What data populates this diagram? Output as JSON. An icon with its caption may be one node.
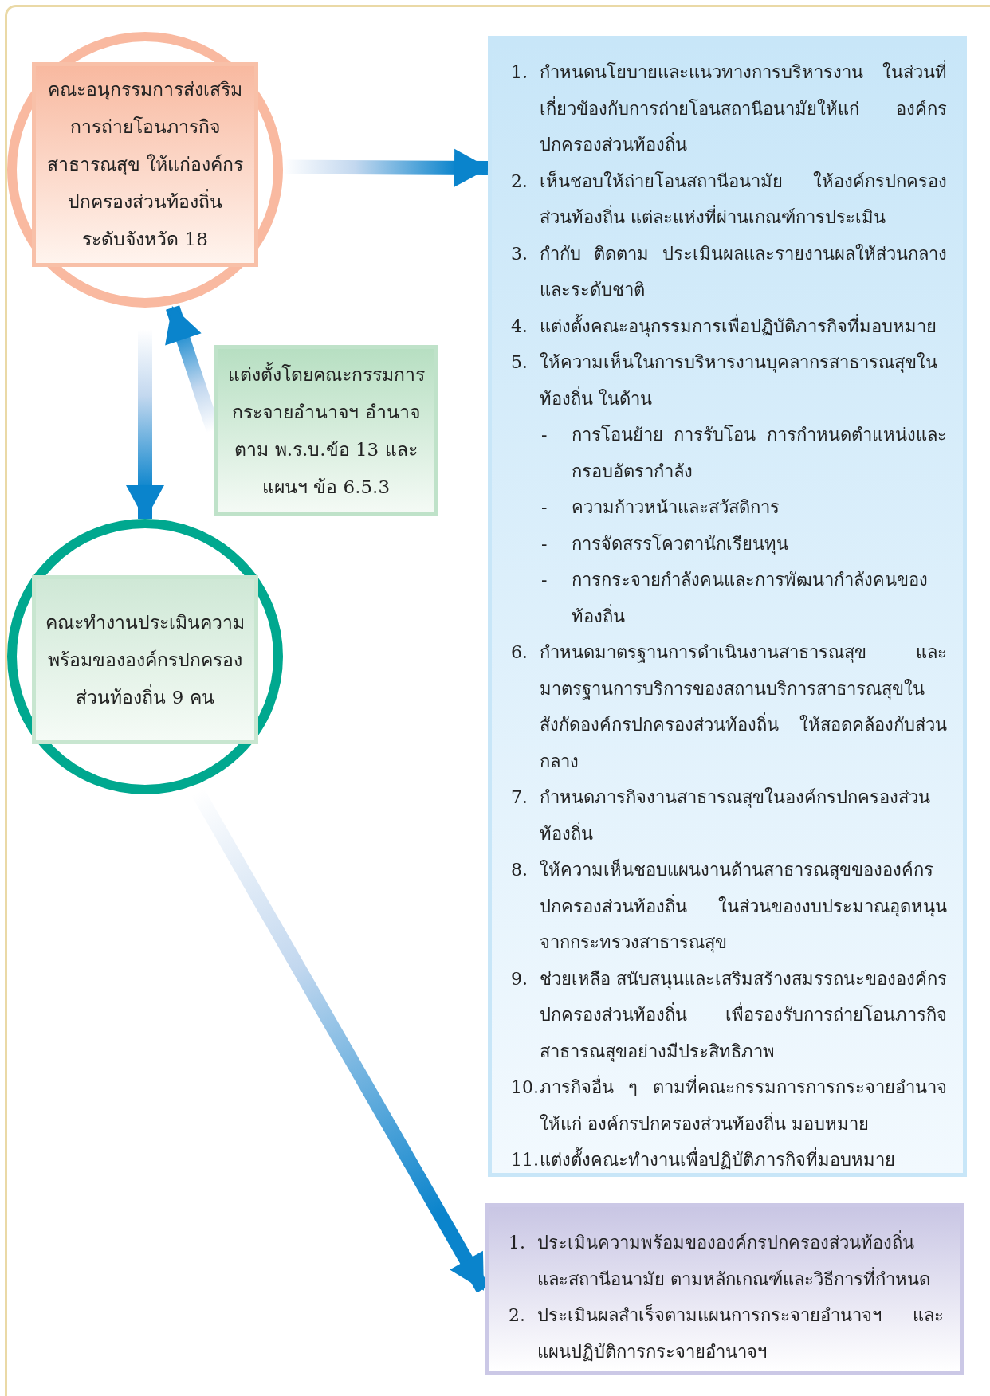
{
  "diagram": {
    "nodes": [
      {
        "text": [
          "คณะอนุกรรมการส่งเสริมการถ่ายโอนภารกิจสาธารณสุข ให้แก่องค์กรปกครองส่วนท้องถิ่น ระดับจังหวัด 18"
        ]
      },
      {
        "text": [
          "1.",
          "กำหนดนโยบายและแนวทางการบริหารงาน ในส่วนที่เกี่ยวข้องกับการถ่ายโอนสถานีอนามัยให้แก่ องค์กรปกครองส่วนท้องถิ่น",
          "2.",
          "เห็นชอบให้ถ่ายโอนสถานีอนามัย ให้องค์กรปกครองส่วนท้องถิ่น แต่ละแห่งที่ผ่านเกณฑ์การประเมิน",
          "3.",
          "กำกับ ติดตาม ประเมินผลและรายงานผลให้ส่วนกลางและระดับชาติ",
          "4.",
          "แต่งตั้งคณะอนุกรรมการเพื่อปฏิบัติภารกิจที่มอบหมาย",
          "5.",
          "ให้ความเห็นในการบริหารงานบุคลากรสาธารณสุขในท้องถิ่น ในด้าน",
          "-",
          "การโอนย้าย การรับโอน การกำหนดตำแหน่งและกรอบอัตรากำลัง",
          "-",
          "ความก้าวหน้าและสวัสดิการ",
          "-",
          "การจัดสรรโควตานักเรียนทุน",
          "-",
          "การกระจายกำลังคนและการพัฒนากำลังคนของท้องถิ่น",
          "6.",
          "กำหนดมาตรฐานการดำเนินงานสาธารณสุข และมาตรฐานการบริการของสถานบริการสาธารณสุขในสังกัดองค์กรปกครองส่วนท้องถิ่น ให้สอดคล้องกับส่วนกลาง",
          "7.",
          "กำหนดภารกิจงานสาธารณสุขในองค์กรปกครองส่วนท้องถิ่น",
          "8.",
          "ให้ความเห็นชอบแผนงานด้านสาธารณสุขขององค์กรปกครองส่วนท้องถิ่น ในส่วนของงบประมาณอุดหนุนจากกระทรวงสาธารณสุข",
          "9.",
          "ช่วยเหลือ สนับสนุนและเสริมสร้างสมรรถนะขององค์กรปกครองส่วนท้องถิ่น เพื่อรองรับการถ่ายโอนภารกิจสาธารณสุขอย่างมีประสิทธิภาพ",
          "10.",
          "ภารกิจอื่น ๆ ตามที่คณะกรรมการการกระจายอำนาจให้แก่ องค์กรปกครองส่วนท้องถิ่น มอบหมาย",
          "11.",
          "แต่งตั้งคณะทำงานเพื่อปฏิบัติภารกิจที่มอบหมาย"
        ]
      },
      {
        "text": [
          "แต่งตั้งโดยคณะกรรมการกระจายอำนาจฯ อำนาจตาม พ.ร.บ.ข้อ 13 และแผนฯ ข้อ 6.5.3"
        ]
      },
      {
        "text": [
          "คณะทำงานประเมินความพร้อมขององค์กรปกครองส่วนท้องถิ่น 9 คน"
        ]
      },
      {
        "text": [
          "1.",
          "ประเมินความพร้อมขององค์กรปกครองส่วนท้องถิ่นและสถานีอนามัย ตามหลักเกณฑ์และวิธีการที่กำหนด",
          "2.",
          "ประเมินผลสำเร็จตามแผนการกระจายอำนาจฯ และแผนปฏิบัติการกระจายอำนาจฯ"
        ]
      }
    ],
    "edges": [
      {
        "from": 0,
        "to": 1,
        "arrow": "to"
      },
      {
        "from": 2,
        "to": 0,
        "arrow": "to"
      },
      {
        "from": 0,
        "to": 3,
        "arrow": "to"
      },
      {
        "from": 3,
        "to": 4,
        "arrow": "to"
      }
    ]
  }
}
